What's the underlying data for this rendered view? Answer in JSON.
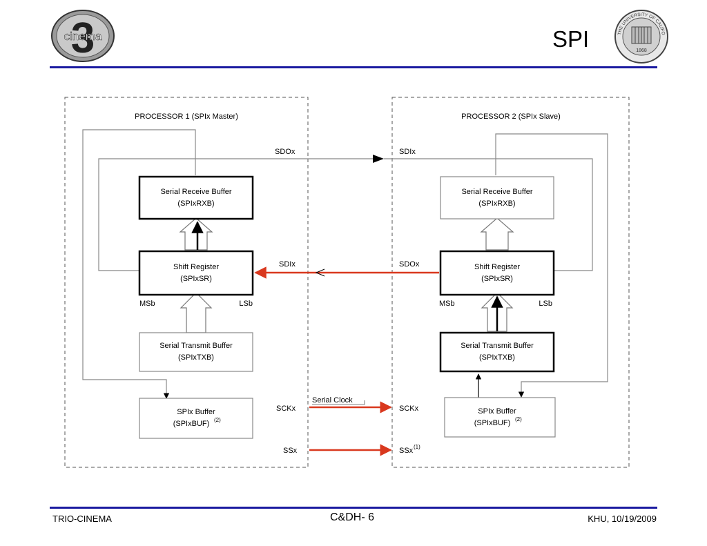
{
  "slide": {
    "title": "SPI",
    "footer_left": "TRIO-CINEMA",
    "footer_center": "C&DH- 6",
    "footer_right": "KHU, 10/19/2009",
    "logo_left_text": "cinema",
    "logo_left_numeral": "3",
    "logo_right_caption": "THE UNIVERSITY OF CALIFORNIA",
    "logo_right_year": "1868"
  },
  "diagram": {
    "processor1_label": "PROCESSOR 1 (SPIx Master)",
    "processor2_label": "PROCESSOR 2 (SPIx Slave)",
    "p1": {
      "rx_buffer": [
        "Serial Receive Buffer",
        "(SPIxRXB)"
      ],
      "shift_register": [
        "Shift Register",
        "(SPIxSR)"
      ],
      "tx_buffer": [
        "Serial Transmit Buffer",
        "(SPIxTXB)"
      ],
      "buf": [
        "SPIx Buffer",
        "(SPIxBUF)",
        "(2)"
      ],
      "msb": "MSb",
      "lsb": "LSb",
      "sdo": "SDOx",
      "sdi": "SDIx",
      "sck": "SCKx",
      "ss": "SSx"
    },
    "p2": {
      "rx_buffer": [
        "Serial Receive Buffer",
        "(SPIxRXB)"
      ],
      "shift_register": [
        "Shift Register",
        "(SPIxSR)"
      ],
      "tx_buffer": [
        "Serial Transmit Buffer",
        "(SPIxTXB)"
      ],
      "buf": [
        "SPIx Buffer",
        "(SPIxBUF)",
        "(2)"
      ],
      "msb": "MSb",
      "lsb": "LSb",
      "sdi": "SDIx",
      "sdo": "SDOx",
      "sck": "SCKx",
      "ss": "SSx",
      "ss_note": "(1)"
    },
    "serial_clock_label": "Serial Clock",
    "colors": {
      "signal_red": "#d9381e",
      "box_border": "#000000",
      "dashed": "#555555",
      "accent_blue": "#1a1aa0"
    }
  }
}
